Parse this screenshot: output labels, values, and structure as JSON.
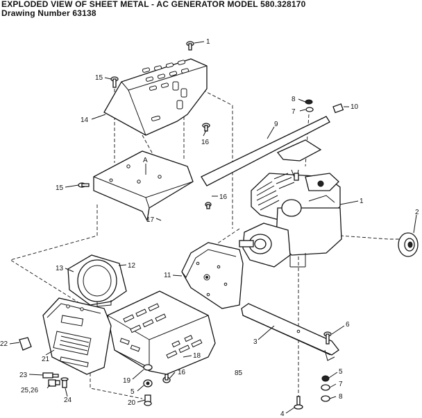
{
  "header": {
    "title_line1": "EXPLODED VIEW OF SHEET METAL - AC GENERATOR MODEL 580.328170",
    "title_line2": "Drawing Number 63138"
  },
  "callouts": [
    "1",
    "15",
    "14",
    "16",
    "8",
    "7",
    "10",
    "9",
    "15",
    "16",
    "17",
    "1",
    "2",
    "13",
    "12",
    "11",
    "22",
    "21",
    "23",
    "25,26",
    "24",
    "20",
    "5",
    "19",
    "16",
    "18",
    "3",
    "6",
    "5",
    "7",
    "8",
    "4"
  ],
  "view_label": "A",
  "page_code": "85"
}
